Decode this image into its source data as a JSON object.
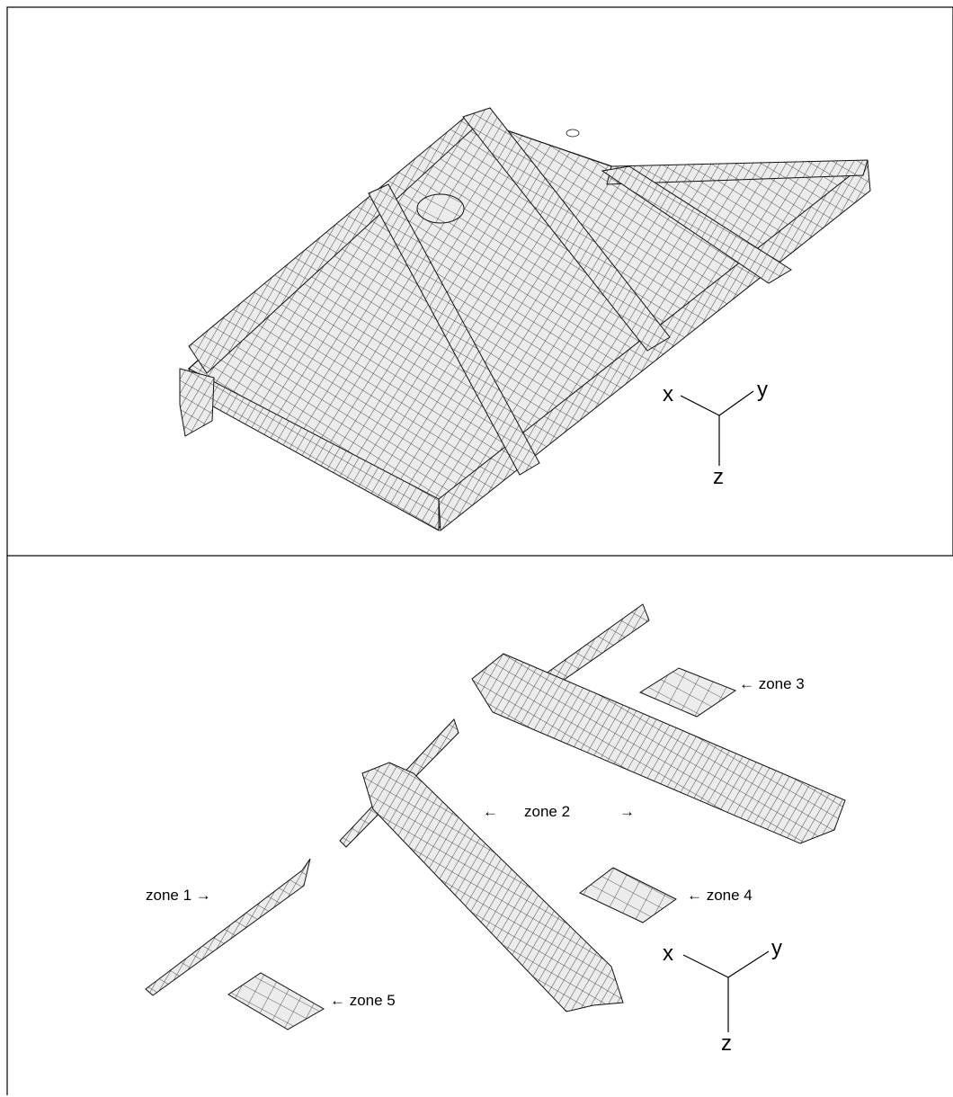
{
  "top_panel": {
    "axes": {
      "x": "x",
      "y": "y",
      "z": "z"
    }
  },
  "bottom_panel": {
    "axes": {
      "x": "x",
      "y": "y",
      "z": "z"
    },
    "zones": {
      "zone1": "zone 1 →",
      "zone2_left": "←",
      "zone2": "zone 2",
      "zone2_right": "→",
      "zone3": "← zone 3",
      "zone4": "← zone 4",
      "zone5": "← zone 5"
    }
  },
  "colors": {
    "mesh_fill": "#ececec",
    "mesh_line": "#222222",
    "frame": "#000000"
  }
}
